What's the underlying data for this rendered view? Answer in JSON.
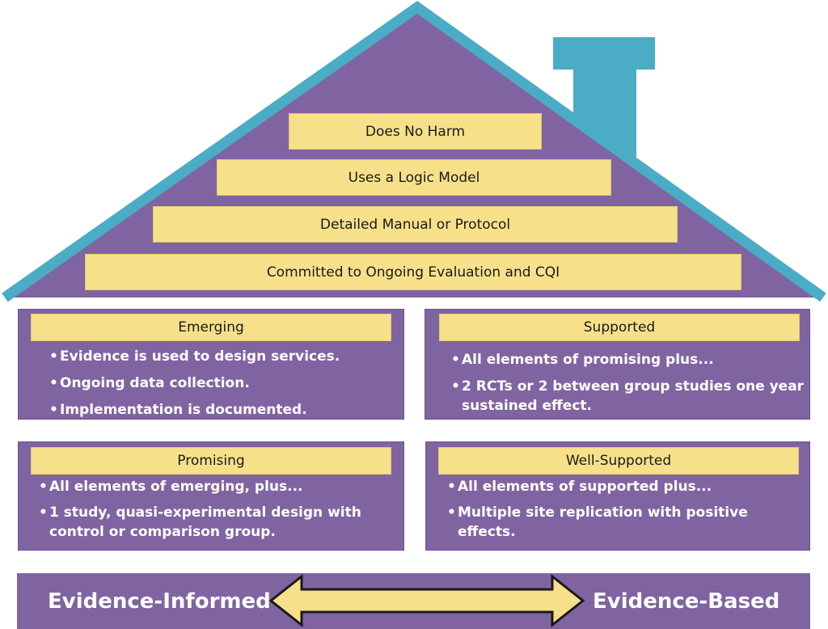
{
  "colors": {
    "roof_fill": "#8064a2",
    "roof_outline": "#4bacc6",
    "chimney": "#4bacc6",
    "bar_fill": "#f7e08a",
    "box_fill": "#8064a2",
    "text_white": "#ffffff"
  },
  "roof": {
    "levels": [
      "Does No Harm",
      "Uses a Logic Model",
      "Detailed Manual or Protocol",
      "Committed to Ongoing Evaluation and CQI"
    ]
  },
  "categories": {
    "emerging": {
      "title": "Emerging",
      "bullets": [
        "Evidence is used to design services.",
        "Ongoing data collection.",
        "Implementation is documented."
      ]
    },
    "supported": {
      "title": "Supported",
      "bullets": [
        "All elements of promising plus...",
        "2 RCTs or 2 between group studies one year sustained effect."
      ]
    },
    "promising": {
      "title": "Promising",
      "bullets": [
        "All elements of emerging, plus...",
        "1 study, quasi-experimental design with control or comparison group."
      ]
    },
    "well_supported": {
      "title": "Well-Supported",
      "bullets": [
        "All elements of supported plus...",
        "Multiple site replication with positive effects."
      ]
    }
  },
  "footer": {
    "left_label": "Evidence-Informed",
    "right_label": "Evidence-Based",
    "arrow_icon": "double-arrow-icon"
  }
}
